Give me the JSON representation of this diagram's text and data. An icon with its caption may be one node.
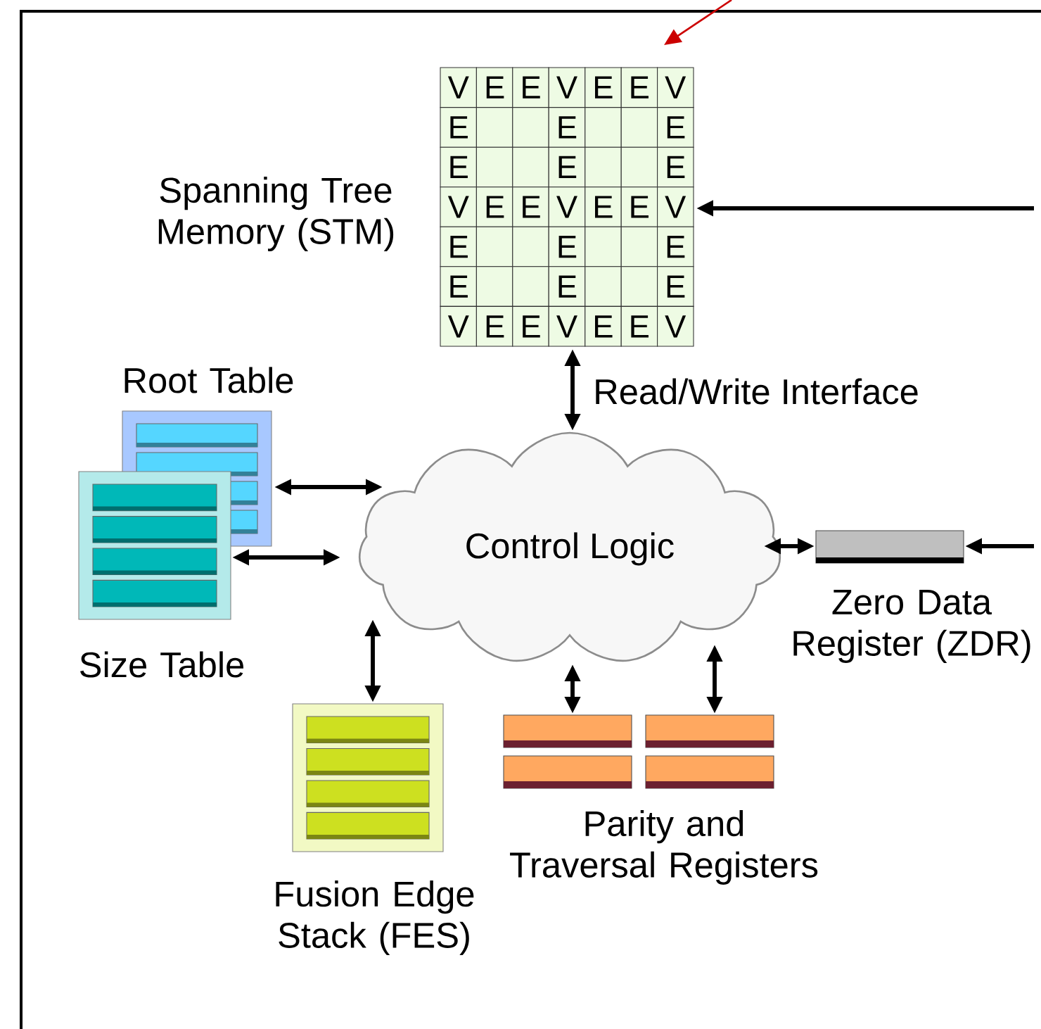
{
  "diagram": {
    "nodes": [
      {
        "text": [
          "Spanning Tree Memory (STM)"
        ]
      },
      {
        "text": [
          "Root Table"
        ]
      },
      {
        "text": [
          "Size Table"
        ]
      },
      {
        "text": [
          "Control Logic"
        ]
      },
      {
        "text": [
          "Zero Data Register (ZDR)"
        ]
      },
      {
        "text": [
          "Fusion Edge Stack (FES)"
        ]
      },
      {
        "text": [
          "Parity and Traversal Registers"
        ]
      },
      {
        "text": [],
        "shape": "box"
      },
      {
        "text": [],
        "shape": "box"
      }
    ],
    "edges": [
      {
        "from": null,
        "to": 0,
        "arrow": "to"
      },
      {
        "from": 0,
        "to": 3,
        "arrow": "both",
        "label": "Read/Write Interface"
      },
      {
        "from": 1,
        "to": 3,
        "arrow": "both"
      },
      {
        "from": 2,
        "to": 3,
        "arrow": "both"
      },
      {
        "from": 3,
        "to": 4,
        "arrow": "both"
      },
      {
        "from": null,
        "to": 4,
        "arrow": "to"
      },
      {
        "from": 3,
        "to": 5,
        "arrow": "both"
      },
      {
        "from": 3,
        "to": 7,
        "arrow": "both"
      },
      {
        "from": 3,
        "to": 8,
        "arrow": "both"
      }
    ],
    "labels": [
      "V",
      "E",
      "E",
      "V",
      "E",
      "E",
      "V",
      "E",
      "E",
      "E",
      "E",
      "E",
      "E",
      "V",
      "E",
      "E",
      "V",
      "E",
      "E",
      "V",
      "E",
      "E",
      "E",
      "E",
      "E",
      "E",
      "V",
      "E",
      "E",
      "V",
      "E",
      "E",
      "V"
    ]
  }
}
